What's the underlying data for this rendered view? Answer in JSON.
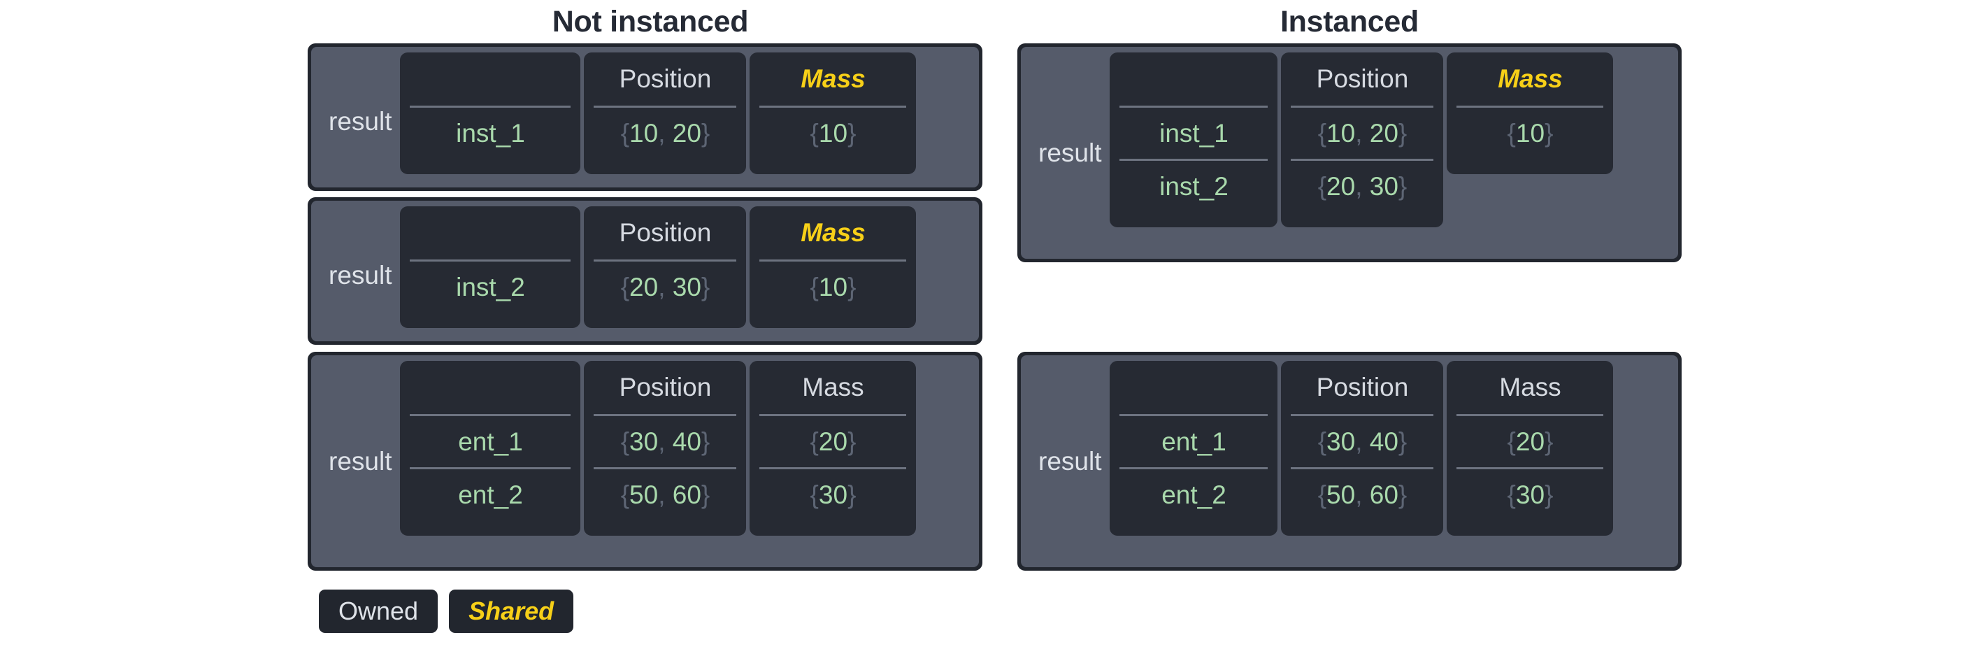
{
  "headings": {
    "left": "Not instanced",
    "right": "Instanced"
  },
  "labels": {
    "owner": "result",
    "position_header": "Position",
    "mass_header": "Mass",
    "blank_header": ""
  },
  "braces": {
    "open": "{",
    "close": "}",
    "comma": ","
  },
  "not_instanced": {
    "blocks": [
      {
        "owner": "result",
        "columns": [
          {
            "header": "",
            "shared": false
          },
          {
            "header": "Position",
            "shared": false
          },
          {
            "header": "Mass",
            "shared": true
          }
        ],
        "rows": [
          {
            "name": "inst_1",
            "position": "{10, 20}",
            "pos_x": "10",
            "pos_y": "20",
            "mass": "{10}",
            "mass_v": "10"
          }
        ]
      },
      {
        "owner": "result",
        "columns": [
          {
            "header": "",
            "shared": false
          },
          {
            "header": "Position",
            "shared": false
          },
          {
            "header": "Mass",
            "shared": true
          }
        ],
        "rows": [
          {
            "name": "inst_2",
            "position": "{20, 30}",
            "pos_x": "20",
            "pos_y": "30",
            "mass": "{10}",
            "mass_v": "10"
          }
        ]
      },
      {
        "owner": "result",
        "columns": [
          {
            "header": "",
            "shared": false
          },
          {
            "header": "Position",
            "shared": false
          },
          {
            "header": "Mass",
            "shared": false
          }
        ],
        "rows": [
          {
            "name": "ent_1",
            "position": "{30, 40}",
            "pos_x": "30",
            "pos_y": "40",
            "mass": "{20}",
            "mass_v": "20"
          },
          {
            "name": "ent_2",
            "position": "{50, 60}",
            "pos_x": "50",
            "pos_y": "60",
            "mass": "{30}",
            "mass_v": "30"
          }
        ]
      }
    ]
  },
  "instanced": {
    "blocks": [
      {
        "owner": "result",
        "columns": [
          {
            "header": "",
            "shared": false
          },
          {
            "header": "Position",
            "shared": false
          },
          {
            "header": "Mass",
            "shared": true
          }
        ],
        "rows": [
          {
            "name": "inst_1",
            "position": "{10, 20}",
            "pos_x": "10",
            "pos_y": "20",
            "mass": "{10}",
            "mass_v": "10"
          },
          {
            "name": "inst_2",
            "position": "{20, 30}",
            "pos_x": "20",
            "pos_y": "30",
            "mass": "",
            "mass_v": ""
          }
        ]
      },
      {
        "owner": "result",
        "columns": [
          {
            "header": "",
            "shared": false
          },
          {
            "header": "Position",
            "shared": false
          },
          {
            "header": "Mass",
            "shared": false
          }
        ],
        "rows": [
          {
            "name": "ent_1",
            "position": "{30, 40}",
            "pos_x": "30",
            "pos_y": "40",
            "mass": "{20}",
            "mass_v": "20"
          },
          {
            "name": "ent_2",
            "position": "{50, 60}",
            "pos_x": "50",
            "pos_y": "60",
            "mass": "{30}",
            "mass_v": "30"
          }
        ]
      }
    ]
  },
  "legend": {
    "items": [
      {
        "label": "Owned",
        "shared": false
      },
      {
        "label": "Shared",
        "shared": true
      }
    ]
  },
  "colors": {
    "page_background": "#ffffff",
    "block_border": "#22262e",
    "block_panel": "#555b6a",
    "column_card": "#262a33",
    "owned_text": "#dfe3e9",
    "shared_text": "#f7d018",
    "value_text": "#a9d9ac",
    "brace_text": "#5d6574",
    "rule_line": "#6d7380",
    "title_text": "#252a35"
  }
}
